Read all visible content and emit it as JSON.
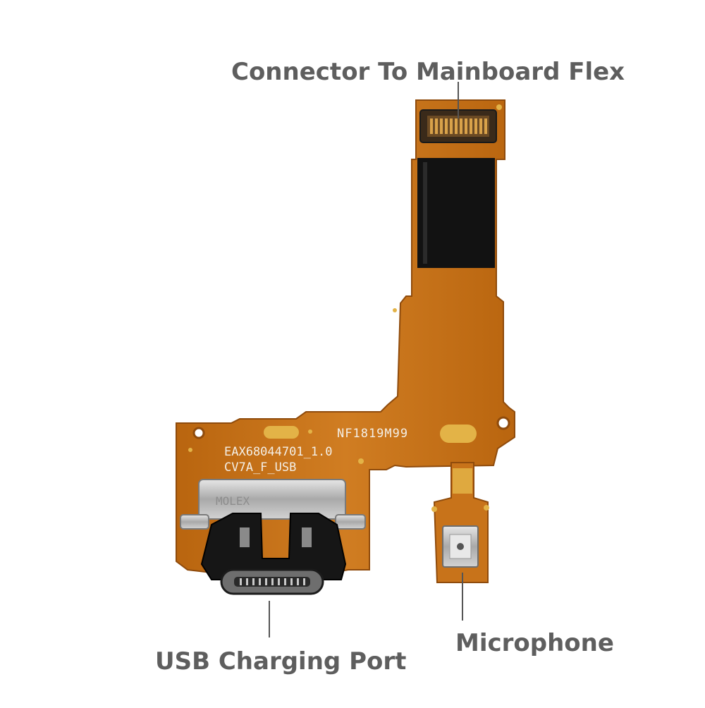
{
  "callouts": {
    "connector": "Connector To Mainboard Flex",
    "usb_port": "USB Charging Port",
    "microphone": "Microphone"
  },
  "board_markings": {
    "batch_code": "NF1819M99",
    "part_number": "EAX68044701_1.0",
    "board_name": "CV7A_F_USB",
    "port_stamp": "MOLEX"
  },
  "colors": {
    "background": "#ffffff",
    "label_text": "#5e5e5e",
    "flex_copper": "#c8731a",
    "flex_copper_dark": "#a85a10",
    "flex_black": "#121212",
    "gold_pad": "#e3b347",
    "metal": "#b9b9b9",
    "leader_line": "#555555"
  }
}
